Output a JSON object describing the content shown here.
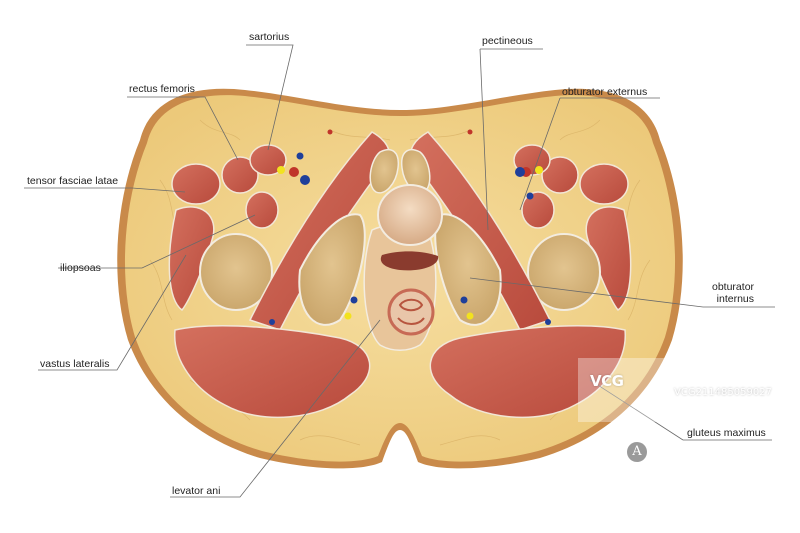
{
  "labels": {
    "sartorius": "sartorius",
    "pectineous": "pectineous",
    "rectus_femoris": "rectus femoris",
    "obturator_externus": "obturator externus",
    "tensor_fasciae_latae": "tensor fasciae latae",
    "iliopsoas": "iliopsoas",
    "obturator_internus": "obturator\ninternus",
    "vastus_lateralis": "vastus lateralis",
    "gluteus_maximus": "gluteus maximus",
    "levator_ani": "levator ani"
  },
  "watermark": {
    "logo": "VCG",
    "id": "VCG211485059027"
  },
  "badge": "A",
  "colors": {
    "skin": "#c98a4a",
    "fat": "#f3d78e",
    "muscle": "#c85a4a",
    "bone": "#e8c98e",
    "vein": "#1f3f9a",
    "artery": "#c0352a",
    "nerve": "#f2e21f"
  }
}
